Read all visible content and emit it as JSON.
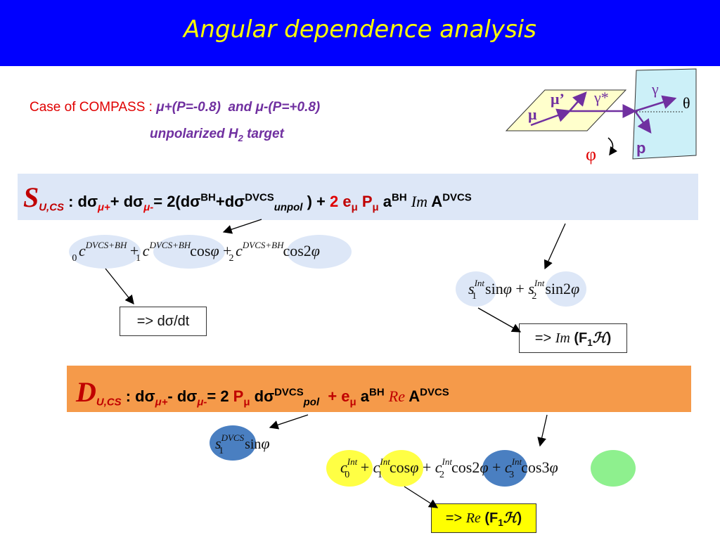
{
  "title": "Angular dependence analysis",
  "case": {
    "label": "Case of COMPASS : ",
    "beam_plus": "μ+(P=-0.8)",
    "and": "  and ",
    "beam_minus": "μ-(P=+0.8)",
    "target_prefix": "unpolarized H",
    "target_sub": "2",
    "target_suffix": " target"
  },
  "kinematics": {
    "mu": "μ",
    "mu_prime": "μ’",
    "gamma_star": "γ*",
    "gamma": "γ",
    "theta": "θ",
    "proton": "p",
    "phi": "φ"
  },
  "s_equation": {
    "symbol": "S",
    "symbol_sub": "U,CS",
    "colon": " : dσ",
    "mu_plus": "μ+",
    "plus": "+ dσ",
    "mu_minus": "μ-",
    "eq": "= 2(dσ",
    "bh": "BH",
    "plus_dsigma": "+dσ",
    "dvcs": "DVCS",
    "unpol": "unpol",
    "close": " ) + ",
    "two": "2",
    "e": " e",
    "e_sub": "μ",
    "p": " P",
    "p_sub": "μ",
    "a": " a",
    "a_sup": "BH",
    "im": "Im",
    "A": " A",
    "A_sup": "DVCS"
  },
  "s_terms": {
    "c0": "c",
    "c0_sup": "DVCS+BH",
    "c0_sub": "0",
    "plus1": " + ",
    "c1": "c",
    "c1_sup": "DVCS+BH",
    "c1_sub": "1",
    "cos1": "cos",
    "phi1": "φ",
    "plus2": " + ",
    "c2": "c",
    "c2_sup": "DVCS+BH",
    "c2_sub": "2",
    "cos2": "cos2",
    "phi2": "φ"
  },
  "s_int_terms": {
    "s1": "s",
    "s1_sup": "Int",
    "s1_sub": "1",
    "sin1": "sin",
    "phi1": "φ",
    "plus": " + ",
    "s2": "s",
    "s2_sup": "Int",
    "s2_sub": "2",
    "sin2": "sin2",
    "phi2": "φ"
  },
  "result_dsdt": "=> dσ/dt",
  "result_im": {
    "prefix": "=> ",
    "im": "Im",
    "open": " (F",
    "sub": "1",
    "h": "ℋ",
    "close": ")"
  },
  "d_equation": {
    "symbol": "D",
    "symbol_sub": "U,CS",
    "colon": " : dσ",
    "mu_plus": "μ+",
    "minus": "- dσ",
    "mu_minus": "μ-",
    "eq": "= 2 ",
    "p": "P",
    "p_sub": "μ",
    "dsigma": " dσ",
    "dvcs": "DVCS",
    "pol": "pol",
    "plus": "  + e",
    "e_sub": "μ",
    "a": " a",
    "a_sup": "BH",
    "re": "Re",
    "A": " A",
    "A_sup": "DVCS"
  },
  "d_dvcs_term": {
    "s": "s",
    "sup": "DVCS",
    "sub": "1",
    "sin": "sin",
    "phi": "φ"
  },
  "d_int_terms": {
    "c0": "c",
    "c0_sup": "Int",
    "c0_sub": "0",
    "plus1": " + ",
    "c1": "c",
    "c1_sup": "Int",
    "c1_sub": "1",
    "cos1": "cos",
    "phi1": "φ",
    "plus2": " + ",
    "c2": "c",
    "c2_sup": "Int",
    "c2_sub": "2",
    "cos2": "cos2",
    "phi2": "φ",
    "plus3": " + ",
    "c3": "c",
    "c3_sup": "Int",
    "c3_sub": "3",
    "cos3": "cos3",
    "phi3": "φ"
  },
  "result_re": {
    "prefix": "=> ",
    "re": "Re",
    "open": " (F",
    "sub": "1",
    "h": "ℋ",
    "close": ")"
  },
  "colors": {
    "title_bar": "#0000ff",
    "title_text": "#ffff00",
    "s_box": "#dde7f7",
    "d_box": "#f59a4a",
    "ellipse_light_blue": "#dde7f7",
    "ellipse_dark_blue": "#4a7fc1",
    "ellipse_yellow": "#ffff44",
    "ellipse_green": "#8ef08e",
    "result_re_box": "#ffff00"
  }
}
